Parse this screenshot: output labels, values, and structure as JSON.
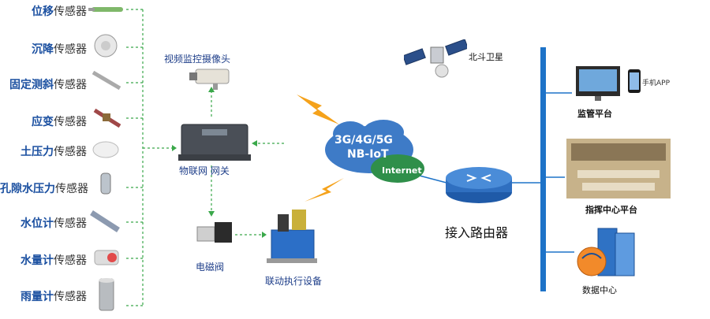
{
  "sensors": [
    {
      "hl": "位移",
      "rest": "传感器"
    },
    {
      "hl": "沉降",
      "rest": "传感器"
    },
    {
      "hl": "固定测斜",
      "rest": "传感器"
    },
    {
      "hl": "应变",
      "rest": "传感器"
    },
    {
      "hl": "土压力",
      "rest": "传感器"
    },
    {
      "hl": "孔隙水压力",
      "rest": "传感器"
    },
    {
      "hl": "水位计",
      "rest": "传感器"
    },
    {
      "hl": "水量计",
      "rest": "传感器"
    },
    {
      "hl": "雨量计",
      "rest": "传感器"
    }
  ],
  "camera_label": "视频监控摄像头",
  "gateway_label": "物联网  网关",
  "valve_label": "电磁阀",
  "actuator_label": "联动执行设备",
  "cloud_line1": "3G/4G/5G",
  "cloud_line2": "NB-IoT",
  "internet_label": "Internet",
  "satellite_label": "北斗卫星",
  "router_label": "接入路由器",
  "platform_label": "监管平台",
  "app_label": "手机APP",
  "command_label": "指挥中心平台",
  "datacenter_label": "数据中心",
  "colors": {
    "wire": "#3aa84a",
    "bus": "#1e73c8",
    "accent": "#1a4fa0"
  }
}
